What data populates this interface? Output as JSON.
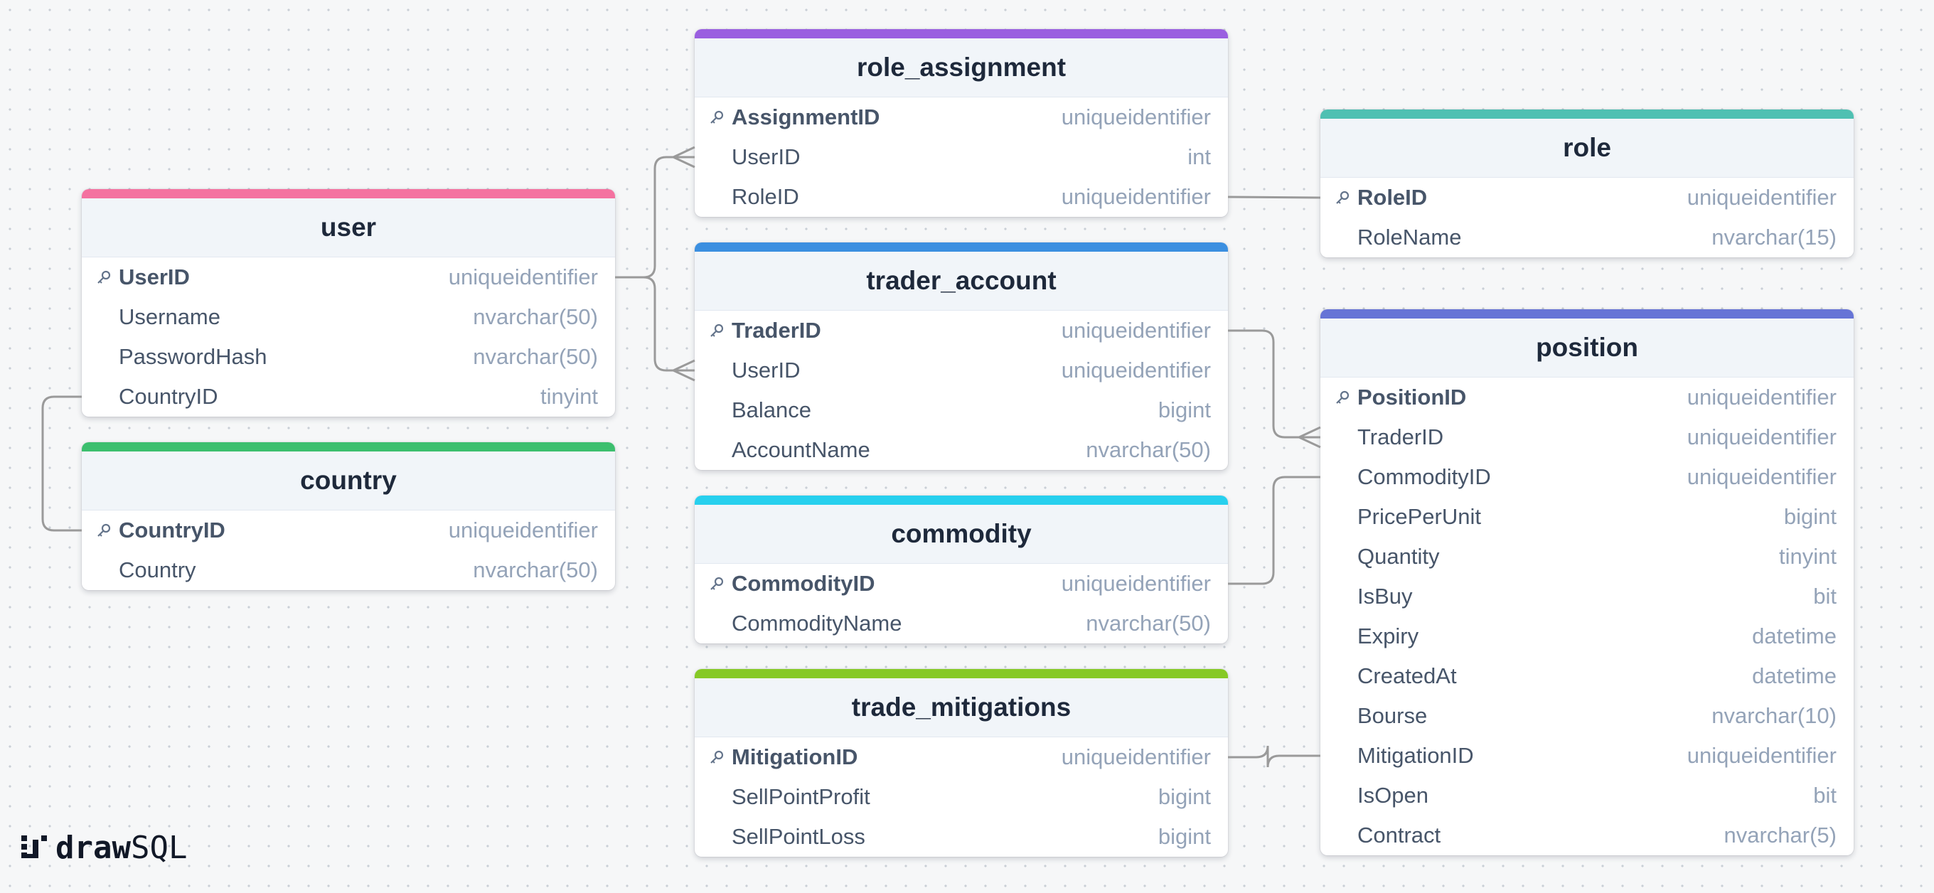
{
  "diagram": {
    "tables": [
      {
        "id": "user",
        "name": "user",
        "color": "#f472a0",
        "fields": [
          {
            "name": "UserID",
            "type": "uniqueidentifier",
            "pk": true
          },
          {
            "name": "Username",
            "type": "nvarchar(50)"
          },
          {
            "name": "PasswordHash",
            "type": "nvarchar(50)"
          },
          {
            "name": "CountryID",
            "type": "tinyint"
          }
        ]
      },
      {
        "id": "country",
        "name": "country",
        "color": "#3cbf6e",
        "fields": [
          {
            "name": "CountryID",
            "type": "uniqueidentifier",
            "pk": true
          },
          {
            "name": "Country",
            "type": "nvarchar(50)"
          }
        ]
      },
      {
        "id": "role_assignment",
        "name": "role_assignment",
        "color": "#9a5fe0",
        "fields": [
          {
            "name": "AssignmentID",
            "type": "uniqueidentifier",
            "pk": true
          },
          {
            "name": "UserID",
            "type": "int"
          },
          {
            "name": "RoleID",
            "type": "uniqueidentifier"
          }
        ]
      },
      {
        "id": "trader_account",
        "name": "trader_account",
        "color": "#3b8fe0",
        "fields": [
          {
            "name": "TraderID",
            "type": "uniqueidentifier",
            "pk": true
          },
          {
            "name": "UserID",
            "type": "uniqueidentifier"
          },
          {
            "name": "Balance",
            "type": "bigint"
          },
          {
            "name": "AccountName",
            "type": "nvarchar(50)"
          }
        ]
      },
      {
        "id": "commodity",
        "name": "commodity",
        "color": "#27d0ee",
        "fields": [
          {
            "name": "CommodityID",
            "type": "uniqueidentifier",
            "pk": true
          },
          {
            "name": "CommodityName",
            "type": "nvarchar(50)"
          }
        ]
      },
      {
        "id": "trade_mitigations",
        "name": "trade_mitigations",
        "color": "#86c926",
        "fields": [
          {
            "name": "MitigationID",
            "type": "uniqueidentifier",
            "pk": true
          },
          {
            "name": "SellPointProfit",
            "type": "bigint"
          },
          {
            "name": "SellPointLoss",
            "type": "bigint"
          }
        ]
      },
      {
        "id": "role",
        "name": "role",
        "color": "#4fc0b2",
        "fields": [
          {
            "name": "RoleID",
            "type": "uniqueidentifier",
            "pk": true
          },
          {
            "name": "RoleName",
            "type": "nvarchar(15)"
          }
        ]
      },
      {
        "id": "position",
        "name": "position",
        "color": "#6674d6",
        "fields": [
          {
            "name": "PositionID",
            "type": "uniqueidentifier",
            "pk": true
          },
          {
            "name": "TraderID",
            "type": "uniqueidentifier"
          },
          {
            "name": "CommodityID",
            "type": "uniqueidentifier"
          },
          {
            "name": "PricePerUnit",
            "type": "bigint"
          },
          {
            "name": "Quantity",
            "type": "tinyint"
          },
          {
            "name": "IsBuy",
            "type": "bit"
          },
          {
            "name": "Expiry",
            "type": "datetime"
          },
          {
            "name": "CreatedAt",
            "type": "datetime"
          },
          {
            "name": "Bourse",
            "type": "nvarchar(10)"
          },
          {
            "name": "MitigationID",
            "type": "uniqueidentifier"
          },
          {
            "name": "IsOpen",
            "type": "bit"
          },
          {
            "name": "Contract",
            "type": "nvarchar(5)"
          }
        ]
      }
    ],
    "relations": [
      {
        "from": "user",
        "from_field": "UserID",
        "to": "role_assignment",
        "to_field": "UserID",
        "cardinality": "one-to-many"
      },
      {
        "from": "user",
        "from_field": "UserID",
        "to": "trader_account",
        "to_field": "UserID",
        "cardinality": "one-to-many"
      },
      {
        "from": "country",
        "from_field": "CountryID",
        "to": "user",
        "to_field": "CountryID",
        "cardinality": "one-to-one"
      },
      {
        "from": "role",
        "from_field": "RoleID",
        "to": "role_assignment",
        "to_field": "RoleID",
        "cardinality": "one-to-one"
      },
      {
        "from": "trader_account",
        "from_field": "TraderID",
        "to": "position",
        "to_field": "TraderID",
        "cardinality": "one-to-many"
      },
      {
        "from": "commodity",
        "from_field": "CommodityID",
        "to": "position",
        "to_field": "CommodityID",
        "cardinality": "one-to-one"
      },
      {
        "from": "trade_mitigations",
        "from_field": "MitigationID",
        "to": "position",
        "to_field": "MitigationID",
        "cardinality": "one-to-one"
      }
    ]
  },
  "brand": {
    "logo_bold": "draw",
    "logo_light": "SQL",
    "logo_icon": "drawsql-logo-icon"
  },
  "colors": {
    "line": "#9a9a9a",
    "pk_icon": "#64748b"
  }
}
